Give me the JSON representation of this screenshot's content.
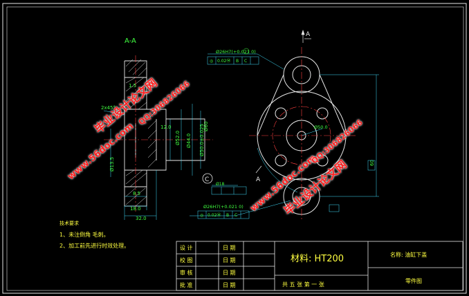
{
  "section_view": {
    "title": "A-A",
    "dims": {
      "d1": "1.5",
      "d2": "2x45°",
      "d3": "Ø60",
      "d4": "Ø52.0",
      "d5": "Ø44.0",
      "d6": "Ø50.0±0.025",
      "d7": "Ø13.5",
      "w1": "8.5",
      "w2": "18.0",
      "w3": "32.0",
      "w4": "12.0"
    }
  },
  "plan_view": {
    "section_mark": "A",
    "tol1": {
      "value": "Ø26H7(+0.021 0)",
      "frame": [
        "◎",
        "0.02Ⓜ",
        "B",
        "C"
      ]
    },
    "tol2": {
      "value": "Ø26H7(+0.021 0)",
      "frame": [
        "◎",
        "0.02Ⓜ",
        "B",
        "C"
      ]
    },
    "small": "Ø18",
    "center_dim": "Ø50.0",
    "side_dim": "60",
    "datum": "C"
  },
  "notes": {
    "title": "技术要求",
    "items": [
      "1、未注倒角 毛刺。",
      "2、加工前先进行时效处理。"
    ]
  },
  "title_block": {
    "rows": [
      {
        "role": "设 计",
        "date": "日 期"
      },
      {
        "role": "校 图",
        "date": "日 期"
      },
      {
        "role": "审 核",
        "date": "日 期"
      },
      {
        "role": "批 准",
        "date": "日 期"
      }
    ],
    "material": "材料: HT200",
    "name": "名称: 油缸下盖",
    "sheet": "共 五 张  第 一 张",
    "drawing_type": "零件图"
  },
  "watermarks": {
    "site": "www.56doc.com",
    "qq": "QQ:306826066",
    "brand": "毕业设计论文网"
  }
}
